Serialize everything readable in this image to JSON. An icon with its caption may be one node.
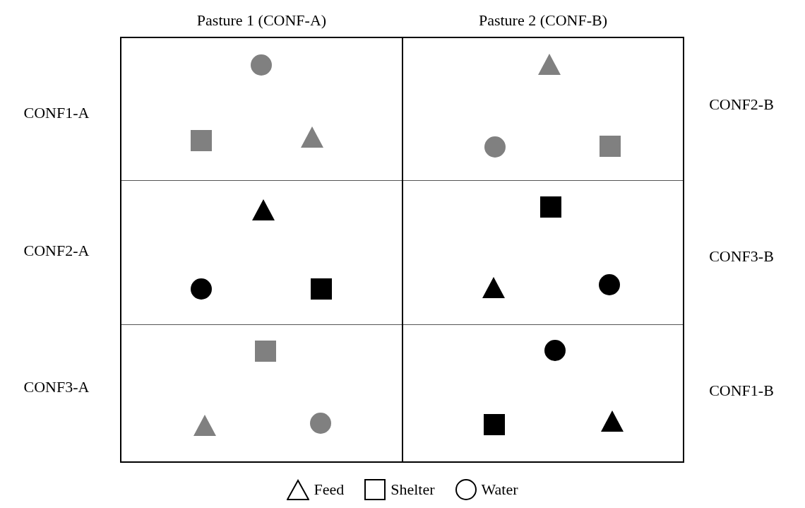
{
  "diagram": {
    "nodes": [
      {
        "text": [
          "Pasture 1 (CONF-A)"
        ]
      },
      {
        "text": [],
        "shape": "box",
        "in": 0
      },
      {
        "text": [],
        "shape": "circle",
        "in": 1
      },
      {
        "text": [],
        "shape": "box",
        "in": 1
      },
      {
        "text": [],
        "shape": "triangle",
        "in": 1
      },
      {
        "text": [],
        "shape": "box",
        "in": 0
      },
      {
        "text": [],
        "shape": "triangle",
        "in": 5
      },
      {
        "text": [],
        "shape": "circle",
        "in": 5
      },
      {
        "text": [],
        "shape": "box",
        "in": 5
      },
      {
        "text": [],
        "shape": "box",
        "in": 0
      },
      {
        "text": [],
        "shape": "box",
        "in": 9
      },
      {
        "text": [],
        "shape": "triangle",
        "in": 9
      },
      {
        "text": [],
        "shape": "circle",
        "in": 9
      },
      {
        "text": [
          "Pasture 2 (CONF-B)"
        ]
      },
      {
        "text": [],
        "shape": "box",
        "in": 13
      },
      {
        "text": [],
        "shape": "triangle",
        "in": 14
      },
      {
        "text": [],
        "shape": "circle",
        "in": 14
      },
      {
        "text": [],
        "shape": "box",
        "in": 14
      },
      {
        "text": [],
        "shape": "box",
        "in": 13
      },
      {
        "text": [],
        "shape": "box",
        "in": 18
      },
      {
        "text": [],
        "shape": "triangle",
        "in": 18
      },
      {
        "text": [],
        "shape": "circle",
        "in": 18
      },
      {
        "text": [],
        "shape": "box",
        "in": 13
      },
      {
        "text": [],
        "shape": "circle",
        "in": 22
      },
      {
        "text": [],
        "shape": "box",
        "in": 22
      },
      {
        "text": [],
        "shape": "triangle",
        "in": 22
      }
    ],
    "labels": [
      "CONF2-B",
      "CONF1-A",
      "CONF3-B",
      "CONF2-A",
      "CONF3-A",
      "CONF1-B"
    ],
    "legend": [
      {
        "text": "Feed"
      },
      {
        "text": "Shelter"
      },
      {
        "text": "Water"
      }
    ]
  }
}
